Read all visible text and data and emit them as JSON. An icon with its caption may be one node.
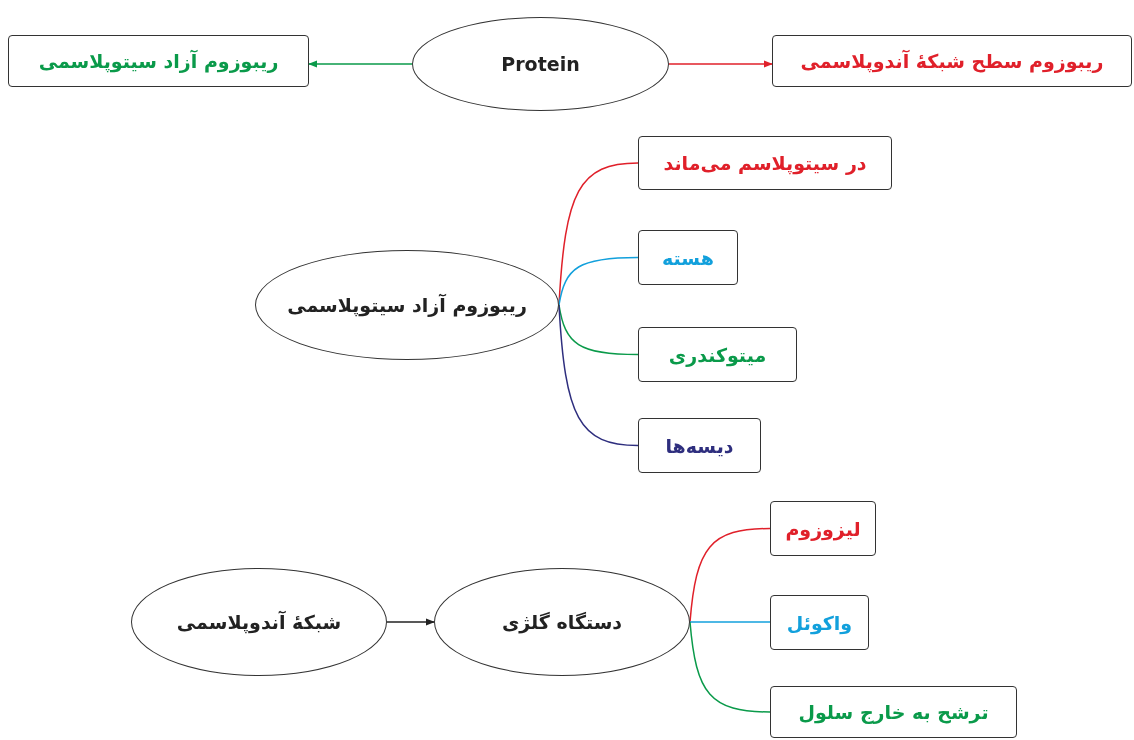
{
  "diagram": {
    "nodes": [
      {
        "text": [
          "Protein"
        ]
      },
      {
        "text": [
          "ریبوزوم آزاد سیتوپلاسمی"
        ]
      },
      {
        "text": [
          "ریبوزوم سطح شبکهٔ آندوپلاسمی"
        ]
      },
      {
        "text": [
          "ریبوزوم آزاد سیتوپلاسمی"
        ]
      },
      {
        "text": [
          "در سیتوپلاسم می‌ماند"
        ]
      },
      {
        "text": [
          "هسته"
        ]
      },
      {
        "text": [
          "میتوکندری"
        ]
      },
      {
        "text": [
          "دیسه‌ها"
        ]
      },
      {
        "text": [
          "شبکهٔ آندوپلاسمی"
        ]
      },
      {
        "text": [
          "دستگاه گلژی"
        ]
      },
      {
        "text": [
          "لیزوزوم"
        ]
      },
      {
        "text": [
          "واکوئل"
        ]
      },
      {
        "text": [
          "ترشح به خارج سلول"
        ]
      }
    ],
    "edges": [
      {
        "from": 0,
        "to": 1,
        "arrow": "to",
        "color": "#0a9a4a"
      },
      {
        "from": 0,
        "to": 2,
        "arrow": "to",
        "color": "#e0202a"
      },
      {
        "from": 3,
        "to": 4,
        "arrow": "none",
        "color": "#e0202a"
      },
      {
        "from": 3,
        "to": 5,
        "arrow": "none",
        "color": "#12a0dc"
      },
      {
        "from": 3,
        "to": 6,
        "arrow": "none",
        "color": "#0a9a4a"
      },
      {
        "from": 3,
        "to": 7,
        "arrow": "none",
        "color": "#2e2e7e"
      },
      {
        "from": 8,
        "to": 9,
        "arrow": "to",
        "color": "#222222"
      },
      {
        "from": 9,
        "to": 10,
        "arrow": "none",
        "color": "#e0202a"
      },
      {
        "from": 9,
        "to": 11,
        "arrow": "none",
        "color": "#12a0dc"
      },
      {
        "from": 9,
        "to": 12,
        "arrow": "none",
        "color": "#0a9a4a"
      }
    ]
  }
}
